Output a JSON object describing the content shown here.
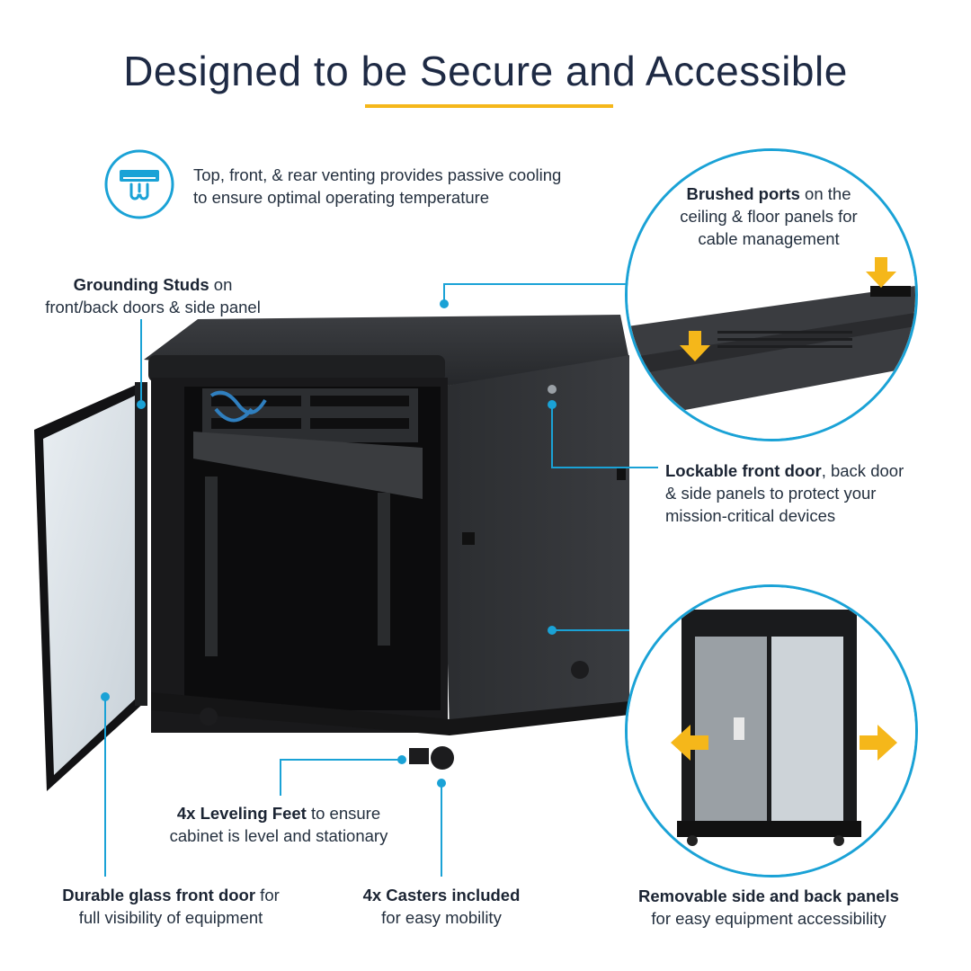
{
  "header": {
    "title": "Designed to be Secure and Accessible"
  },
  "features": {
    "venting": {
      "icon": "vent-airflow-icon",
      "line1": "Top, front, & rear venting provides passive cooling",
      "line2": "to ensure optimal operating temperature"
    },
    "grounding": {
      "bold": "Grounding Studs",
      "rest1": " on",
      "line2": "front/back doors & side panel"
    },
    "brushed_ports": {
      "bold": "Brushed ports",
      "rest1": " on the",
      "line2": "ceiling & floor panels for",
      "line3": "cable management"
    },
    "lockable": {
      "bold": "Lockable front door",
      "rest1": ", back door",
      "line2": "& side panels to protect your",
      "line3": "mission-critical devices"
    },
    "leveling": {
      "bold": "4x Leveling Feet",
      "rest1": " to ensure",
      "line2": "cabinet is level and stationary"
    },
    "glass_door": {
      "bold": "Durable glass front door",
      "rest1": " for",
      "line2": "full visibility of equipment"
    },
    "casters": {
      "bold": "4x Casters included",
      "line2": "for easy mobility"
    },
    "removable_panels": {
      "bold": "Removable side and back panels",
      "line2": "for easy equipment accessibility"
    }
  },
  "colors": {
    "accent_blue": "#1aa2d6",
    "accent_yellow": "#f5b71a",
    "text_dark": "#1b2433"
  }
}
